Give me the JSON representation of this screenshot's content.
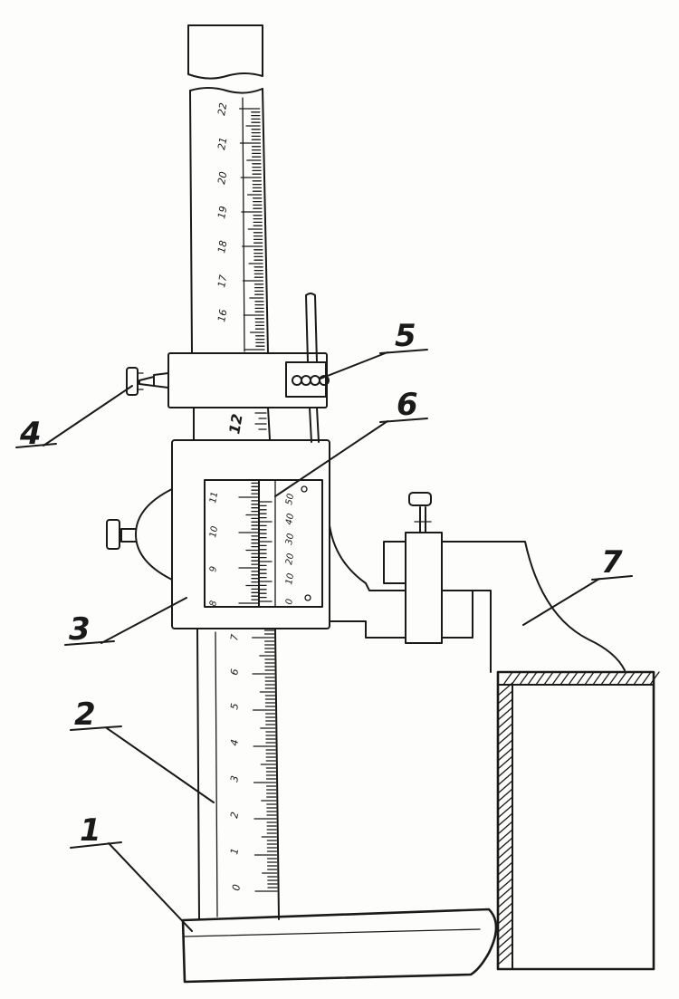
{
  "callouts": [
    {
      "id": "1",
      "text": "1"
    },
    {
      "id": "2",
      "text": "2"
    },
    {
      "id": "3",
      "text": "3"
    },
    {
      "id": "4",
      "text": "4"
    },
    {
      "id": "5",
      "text": "5"
    },
    {
      "id": "6",
      "text": "6"
    },
    {
      "id": "7",
      "text": "7"
    }
  ],
  "upper_scale": [
    "16",
    "17",
    "18",
    "19",
    "20",
    "21",
    "22"
  ],
  "middle_mark": "12",
  "lower_scale": [
    "0",
    "1",
    "2",
    "3",
    "4",
    "5",
    "6",
    "7"
  ],
  "window_scale": [
    "8",
    "9",
    "10",
    "11"
  ],
  "vernier_scale": [
    "0",
    "10",
    "20",
    "30",
    "40",
    "50"
  ],
  "colors": {
    "ink": "#1a1a1a",
    "paper": "#fdfdfc"
  }
}
